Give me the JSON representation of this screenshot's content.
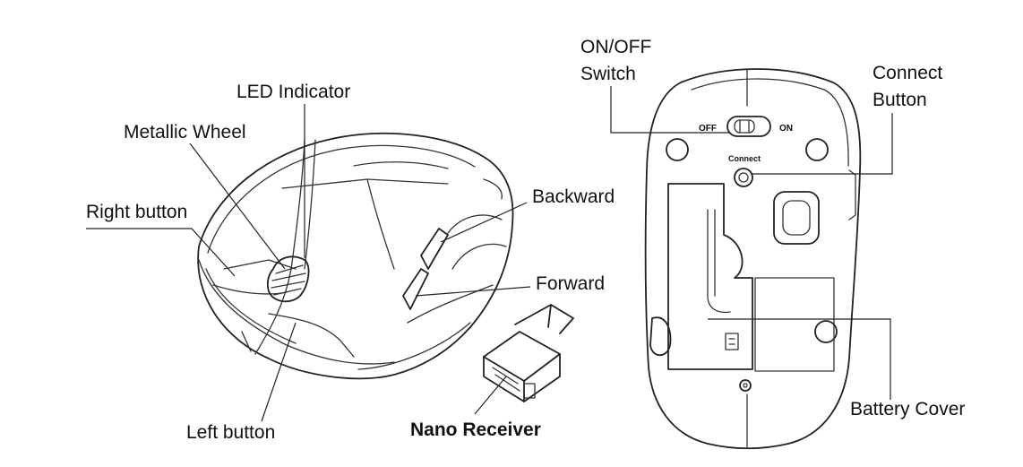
{
  "labels": {
    "led_indicator": "LED Indicator",
    "metallic_wheel": "Metallic Wheel",
    "right_button": "Right button",
    "left_button": "Left button",
    "backward": "Backward",
    "forward": "Forward",
    "nano_receiver": "Nano Receiver",
    "on_off_line1": "ON/OFF",
    "on_off_line2": "Switch",
    "connect_line1": "Connect",
    "connect_line2": "Button",
    "battery_cover": "Battery Cover"
  },
  "bottom_markings": {
    "off": "OFF",
    "on": "ON",
    "connect": "Connect"
  }
}
